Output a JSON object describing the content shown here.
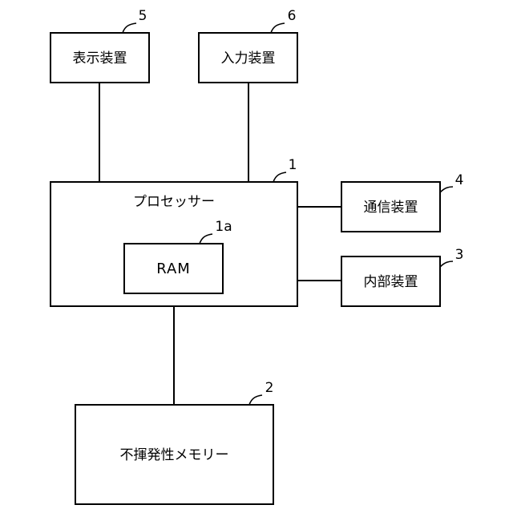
{
  "blocks": {
    "display": {
      "label": "表示装置",
      "ref": "5"
    },
    "input": {
      "label": "入力装置",
      "ref": "6"
    },
    "processor": {
      "label": "プロセッサー",
      "ref": "1"
    },
    "ram": {
      "label": "RAM",
      "ref": "1a"
    },
    "communication": {
      "label": "通信装置",
      "ref": "4"
    },
    "internal": {
      "label": "内部装置",
      "ref": "3"
    },
    "nonvolatile_memory": {
      "label": "不揮発性メモリー",
      "ref": "2"
    }
  }
}
